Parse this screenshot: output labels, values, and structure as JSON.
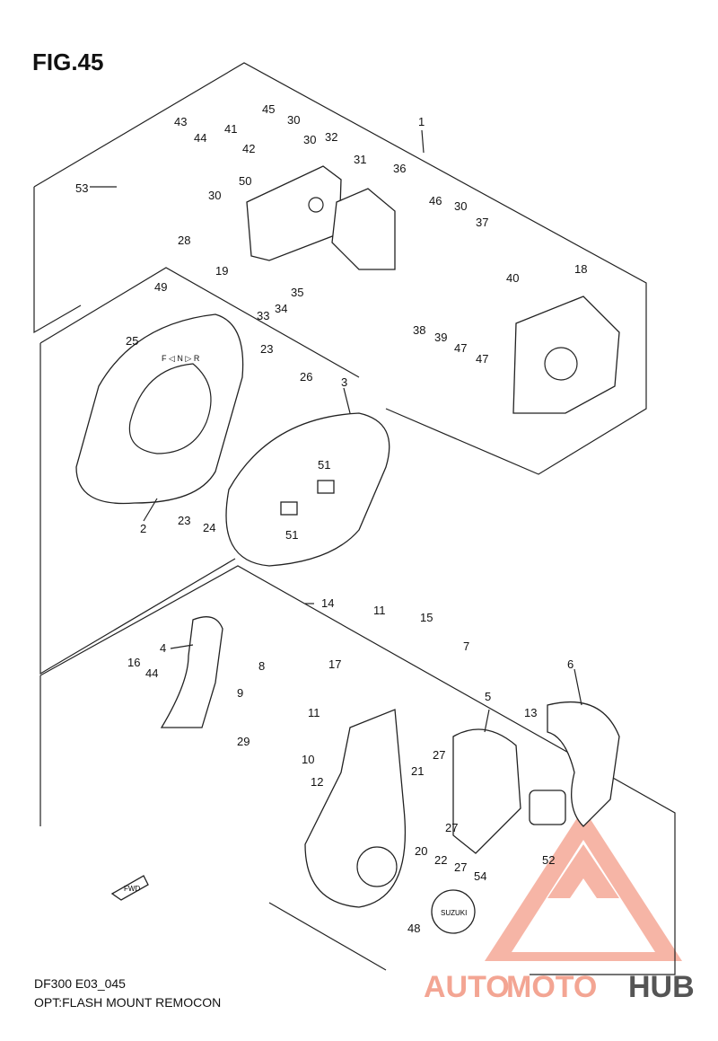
{
  "figure": {
    "title": "FIG.45",
    "caption_line1": "DF300 E03_045",
    "caption_line2": "OPT:FLASH MOUNT REMOCON"
  },
  "fwd_badge": "FWD",
  "brand_label": "SUZUKI",
  "shift_marks": "F ◁ N ▷ R",
  "watermark": {
    "part1": "AUTO",
    "part2": "MOTO",
    "part3": "HUB",
    "color_light": "#f3a593",
    "color_dark": "#555555"
  },
  "callouts": [
    "1",
    "2",
    "3",
    "4",
    "5",
    "6",
    "7",
    "8",
    "9",
    "10",
    "11",
    "11",
    "12",
    "13",
    "14",
    "15",
    "16",
    "17",
    "18",
    "19",
    "20",
    "21",
    "22",
    "23",
    "23",
    "24",
    "25",
    "26",
    "27",
    "27",
    "27",
    "28",
    "29",
    "30",
    "30",
    "30",
    "30",
    "31",
    "32",
    "33",
    "34",
    "35",
    "36",
    "37",
    "38",
    "39",
    "40",
    "41",
    "42",
    "43",
    "44",
    "44",
    "45",
    "46",
    "47",
    "47",
    "48",
    "49",
    "50",
    "51",
    "51",
    "52",
    "53",
    "54"
  ]
}
